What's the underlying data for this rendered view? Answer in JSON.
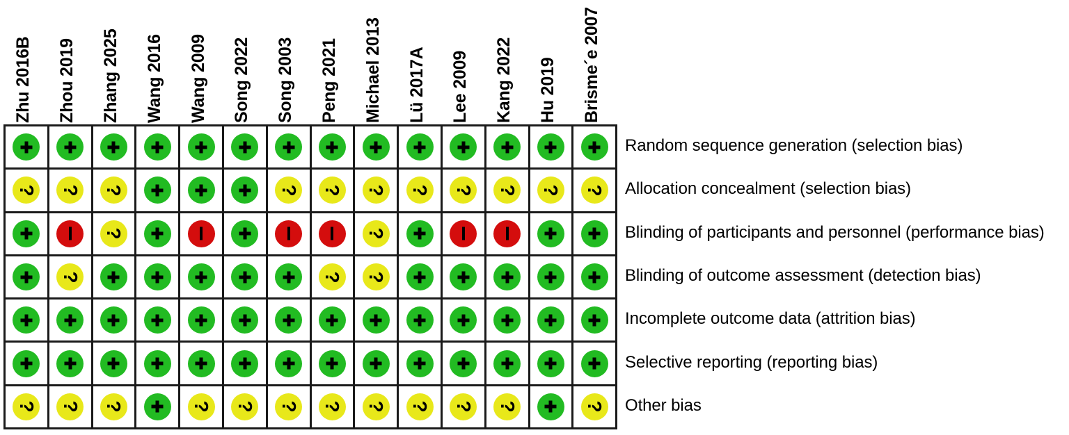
{
  "figure": {
    "type": "risk-of-bias-summary",
    "legend_symbols": {
      "low": "+",
      "unclear": "?",
      "high": "–"
    },
    "colors": {
      "low": "#22bb22",
      "unclear": "#e8e81a",
      "high": "#d40d0d",
      "grid_line": "#1a1a1a",
      "background": "#ffffff",
      "text": "#000000"
    }
  },
  "columns": [
    {
      "label": "Zhu 2016B"
    },
    {
      "label": "Zhou 2019"
    },
    {
      "label": "Zhang  2025"
    },
    {
      "label": "Wang 2016"
    },
    {
      "label": "Wang 2009"
    },
    {
      "label": "Song 2022"
    },
    {
      "label": "Song 2003"
    },
    {
      "label": "Peng 2021"
    },
    {
      "label": "Michael  2013"
    },
    {
      "label": "Lü 2017A"
    },
    {
      "label": "Lee 2009"
    },
    {
      "label": "Kang 2022"
    },
    {
      "label": "Hu 2019"
    },
    {
      "label": "Brisme´e 2007"
    }
  ],
  "rows": [
    {
      "label": "Random sequence generation (selection bias)",
      "values": [
        "low",
        "low",
        "low",
        "low",
        "low",
        "low",
        "low",
        "low",
        "low",
        "low",
        "low",
        "low",
        "low",
        "low"
      ]
    },
    {
      "label": "Allocation concealment (selection bias)",
      "values": [
        "unclear",
        "unclear",
        "unclear",
        "low",
        "low",
        "low",
        "unclear",
        "unclear",
        "unclear",
        "unclear",
        "unclear",
        "unclear",
        "unclear",
        "unclear"
      ]
    },
    {
      "label": "Blinding of participants and personnel (performance bias)",
      "values": [
        "low",
        "high",
        "unclear",
        "low",
        "high",
        "low",
        "high",
        "high",
        "unclear",
        "low",
        "high",
        "high",
        "low",
        "low"
      ]
    },
    {
      "label": "Blinding of outcome assessment (detection bias)",
      "values": [
        "low",
        "unclear",
        "low",
        "low",
        "low",
        "low",
        "low",
        "unclear",
        "unclear",
        "low",
        "low",
        "low",
        "low",
        "low"
      ]
    },
    {
      "label": "Incomplete outcome data (attrition bias)",
      "values": [
        "low",
        "low",
        "low",
        "low",
        "low",
        "low",
        "low",
        "low",
        "low",
        "low",
        "low",
        "low",
        "low",
        "low"
      ]
    },
    {
      "label": "Selective reporting (reporting bias)",
      "values": [
        "low",
        "low",
        "low",
        "low",
        "low",
        "low",
        "low",
        "low",
        "low",
        "low",
        "low",
        "low",
        "low",
        "low"
      ]
    },
    {
      "label": "Other bias",
      "values": [
        "unclear",
        "unclear",
        "unclear",
        "low",
        "unclear",
        "unclear",
        "unclear",
        "unclear",
        "unclear",
        "unclear",
        "unclear",
        "unclear",
        "low",
        "unclear"
      ]
    }
  ]
}
